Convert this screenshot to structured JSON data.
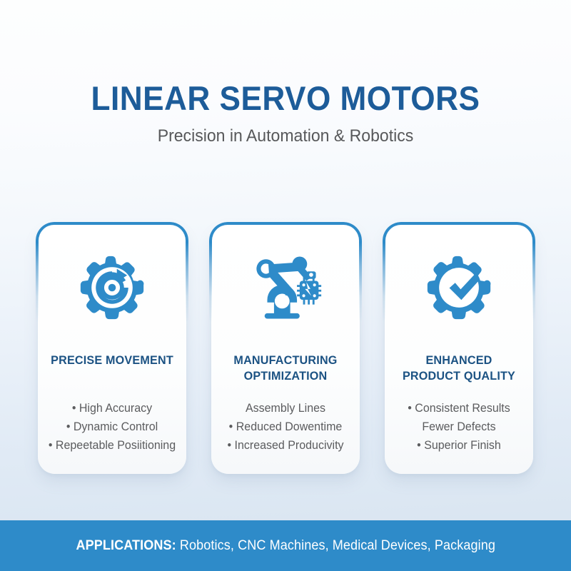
{
  "header": {
    "title": "LINEAR SERVO MOTORS",
    "subtitle": "Precision in Automation & Robotics"
  },
  "colors": {
    "title_blue": "#1d5c99",
    "heading_blue": "#1b5283",
    "accent_blue": "#2e8bc9",
    "icon_blue": "#2e8bc9",
    "body_gray": "#5b5c5e",
    "subtitle_gray": "#57585a",
    "footer_bar": "#2e8bc9",
    "bg_top": "#fdfefe",
    "bg_bottom": "#d9e5f1",
    "card_bg": "#ffffff"
  },
  "cards": [
    {
      "icon": "gear-refresh-icon",
      "heading": "PRECISE MOVEMENT",
      "items": [
        "• High Accuracy",
        "• Dynamic Control",
        "• Repeetable Posiitioning"
      ]
    },
    {
      "icon": "robot-arm-chip-icon",
      "heading": "MANUFACTURING OPTIMIZATION",
      "items": [
        "Assembly Lines",
        "• Reduced Dowentime",
        "• Increased Producivity"
      ]
    },
    {
      "icon": "gear-checkmark-icon",
      "heading": "ENHANCED PRODUCT QUALITY",
      "items": [
        "• Consistent Results",
        "Fewer Defects",
        "• Superior Finish"
      ]
    }
  ],
  "footer": {
    "label": "APPLICATIONS:",
    "value": " Robotics, CNC Machines, Medical Devices, Packaging"
  }
}
